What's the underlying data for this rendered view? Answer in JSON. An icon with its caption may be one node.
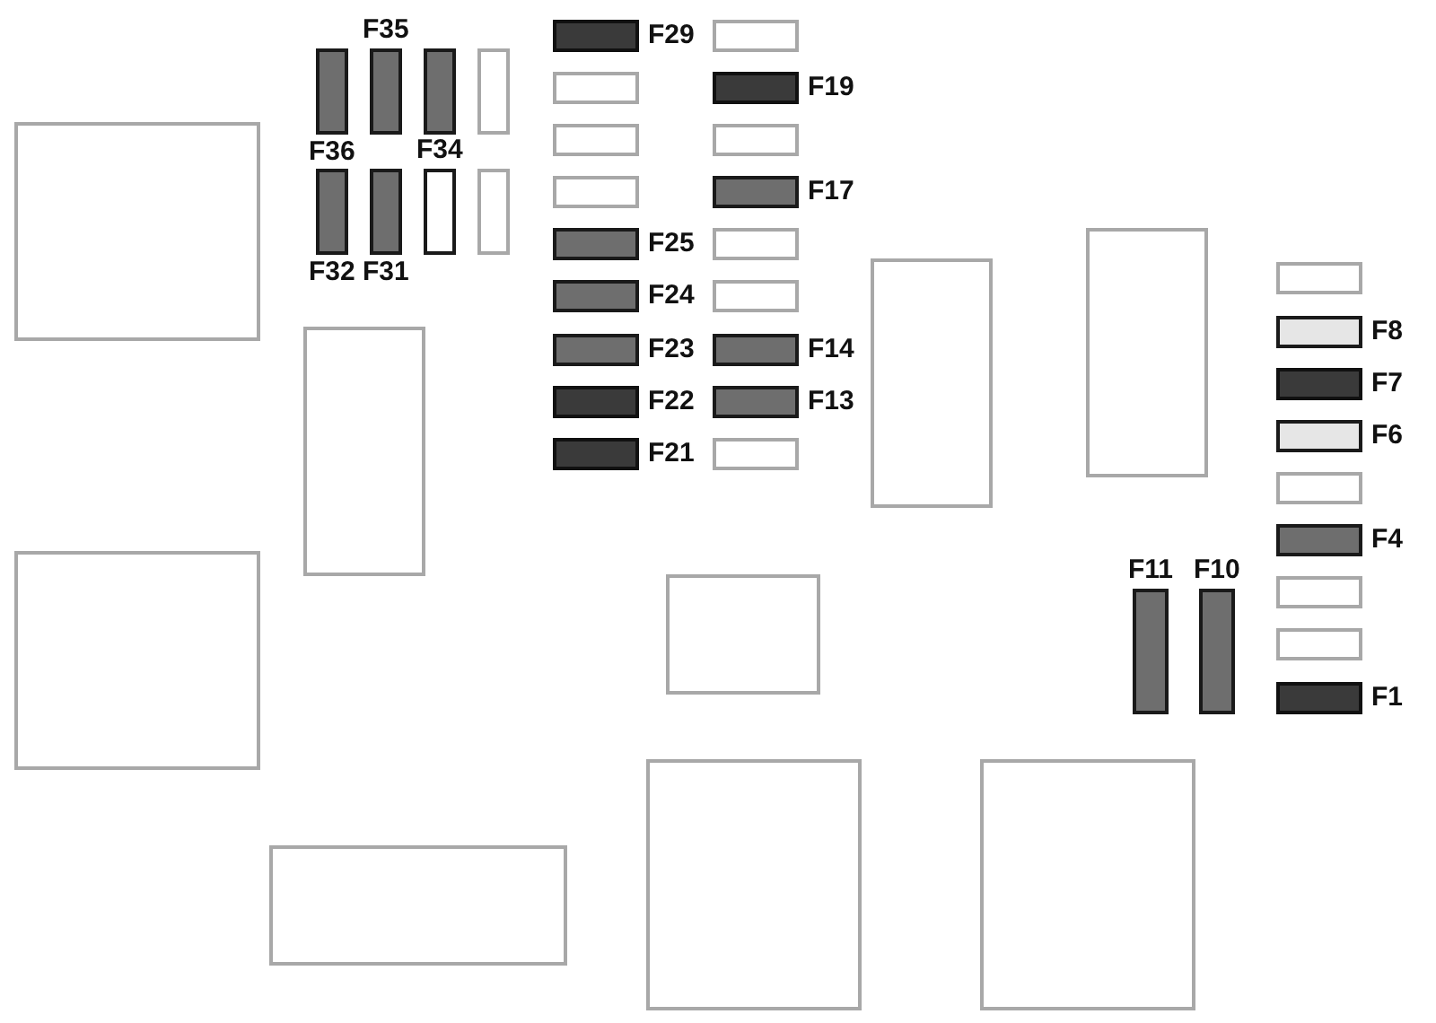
{
  "diagram": {
    "nodes": [
      {
        "text": [],
        "shape": "box",
        "beside": [
          "F36"
        ]
      },
      {
        "text": [],
        "shape": "box",
        "beside": [
          "F35"
        ]
      },
      {
        "text": [],
        "shape": "box"
      },
      {
        "text": [],
        "shape": "box"
      },
      {
        "text": [],
        "shape": "box",
        "beside": [
          "F32"
        ]
      },
      {
        "text": [],
        "shape": "box",
        "beside": [
          "F31"
        ]
      },
      {
        "text": [],
        "shape": "box",
        "beside": [
          "F34"
        ]
      },
      {
        "text": [],
        "shape": "box"
      },
      {
        "text": [],
        "shape": "box",
        "beside": [
          "F29"
        ]
      },
      {
        "text": [],
        "shape": "box"
      },
      {
        "text": [],
        "shape": "box"
      },
      {
        "text": [],
        "shape": "box"
      },
      {
        "text": [],
        "shape": "box",
        "beside": [
          "F25"
        ]
      },
      {
        "text": [],
        "shape": "box",
        "beside": [
          "F24"
        ]
      },
      {
        "text": [],
        "shape": "box",
        "beside": [
          "F23"
        ]
      },
      {
        "text": [],
        "shape": "box",
        "beside": [
          "F22"
        ]
      },
      {
        "text": [],
        "shape": "box",
        "beside": [
          "F21"
        ]
      },
      {
        "text": [],
        "shape": "box"
      },
      {
        "text": [],
        "shape": "box",
        "beside": [
          "F19"
        ]
      },
      {
        "text": [],
        "shape": "box"
      },
      {
        "text": [],
        "shape": "box",
        "beside": [
          "F17"
        ]
      },
      {
        "text": [],
        "shape": "box"
      },
      {
        "text": [],
        "shape": "box"
      },
      {
        "text": [],
        "shape": "box",
        "beside": [
          "F14"
        ]
      },
      {
        "text": [],
        "shape": "box",
        "beside": [
          "F13"
        ]
      },
      {
        "text": [],
        "shape": "box"
      },
      {
        "text": [],
        "shape": "box"
      },
      {
        "text": [],
        "shape": "box",
        "beside": [
          "F8"
        ]
      },
      {
        "text": [],
        "shape": "box",
        "beside": [
          "F7"
        ]
      },
      {
        "text": [],
        "shape": "box",
        "beside": [
          "F6"
        ]
      },
      {
        "text": [],
        "shape": "box"
      },
      {
        "text": [],
        "shape": "box",
        "beside": [
          "F4"
        ]
      },
      {
        "text": [],
        "shape": "box"
      },
      {
        "text": [],
        "shape": "box"
      },
      {
        "text": [],
        "shape": "box",
        "beside": [
          "F1"
        ]
      },
      {
        "text": [],
        "shape": "box",
        "beside": [
          "F11"
        ]
      },
      {
        "text": [],
        "shape": "box",
        "beside": [
          "F10"
        ]
      },
      {
        "text": [],
        "shape": "box"
      },
      {
        "text": [],
        "shape": "box"
      },
      {
        "text": [],
        "shape": "box"
      },
      {
        "text": [],
        "shape": "box"
      },
      {
        "text": [],
        "shape": "box"
      },
      {
        "text": [],
        "shape": "box"
      },
      {
        "text": [],
        "shape": "box"
      },
      {
        "text": [],
        "shape": "box"
      },
      {
        "text": [],
        "shape": "box"
      }
    ]
  }
}
